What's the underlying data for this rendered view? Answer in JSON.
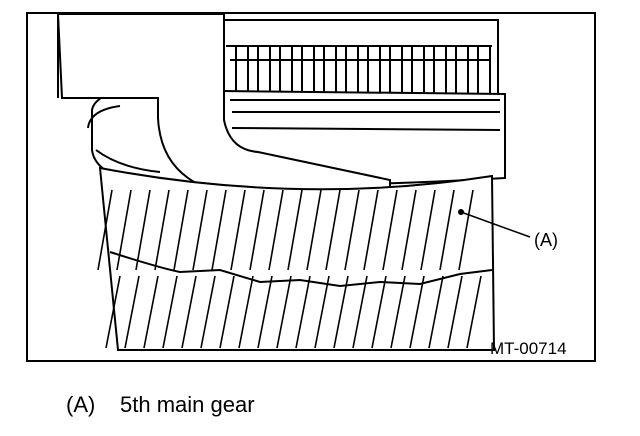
{
  "figure": {
    "code": "MT-00714",
    "callout_label": "(A)"
  },
  "caption": {
    "key": "(A)",
    "text": "5th main gear"
  },
  "colors": {
    "line": "#000000",
    "paper": "#ffffff"
  }
}
